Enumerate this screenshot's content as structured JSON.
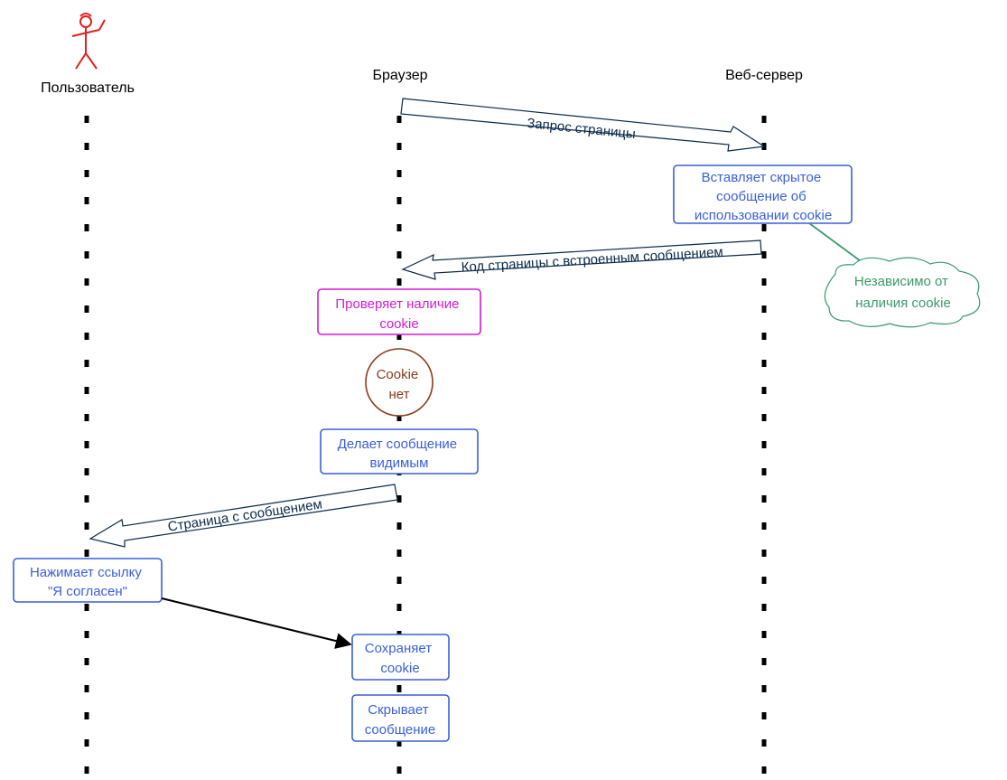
{
  "lanes": {
    "user": "Пользователь",
    "browser": "Браузер",
    "server": "Веб-сервер"
  },
  "messages": {
    "page_request": "Запрос страницы",
    "page_code": "Код страницы с встроенным сообщением",
    "page_with_message": "Страница с сообщением"
  },
  "steps": {
    "server_insert": [
      "Вставляет  скрытое",
      "сообщение об",
      "использовании cookie"
    ],
    "check_cookie": [
      "Проверяет наличие",
      "cookie"
    ],
    "no_cookie": [
      "Cookie",
      "нет"
    ],
    "make_visible": [
      "Делает сообщение",
      "видимым"
    ],
    "click_agree": [
      "Нажимает ссылку",
      "\"Я согласен\""
    ],
    "save_cookie": [
      "Сохраняет",
      "cookie"
    ],
    "hide_message": [
      "Скрывает",
      "сообщение"
    ]
  },
  "notes": {
    "regardless": [
      "Независимо от",
      "наличия cookie"
    ]
  },
  "colors": {
    "step_blue": "#3a5fd9",
    "check_magenta": "#d61ad6",
    "cookie_brown": "#8b3a1a",
    "note_green": "#3a9a6a",
    "arrow_navy": "#0b2a4a",
    "actor_red": "#e02020"
  }
}
